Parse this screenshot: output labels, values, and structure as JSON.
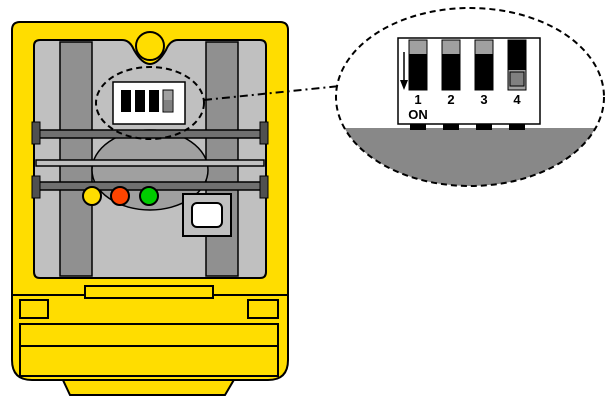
{
  "colors": {
    "housing": "#ffdd00",
    "housing_outline": "#000000",
    "panel": "#c0c0c0",
    "rail_dark": "#909090",
    "mount_bar": "#707070",
    "base": "#a0a0a0",
    "zoom_base": "#888888",
    "switch_body": "#ffffff",
    "lever_off": "#000000",
    "lever_slot": "#a0a0a0",
    "lever_on": "#808080",
    "led_yellow": "#ffdd00",
    "led_red": "#ff4400",
    "led_green": "#00cc00"
  },
  "dip_switch": {
    "on_label": "ON",
    "switches": [
      {
        "number": "1",
        "lever": "up"
      },
      {
        "number": "2",
        "lever": "up"
      },
      {
        "number": "3",
        "lever": "up"
      },
      {
        "number": "4",
        "lever": "down"
      }
    ]
  },
  "leds": [
    {
      "name": "yellow-led",
      "color": "#ffdd00"
    },
    {
      "name": "red-led",
      "color": "#ff4400"
    },
    {
      "name": "green-led",
      "color": "#00cc00"
    }
  ],
  "icons": {
    "on_direction": "arrow-down-icon",
    "push_button": "push-button-icon"
  }
}
